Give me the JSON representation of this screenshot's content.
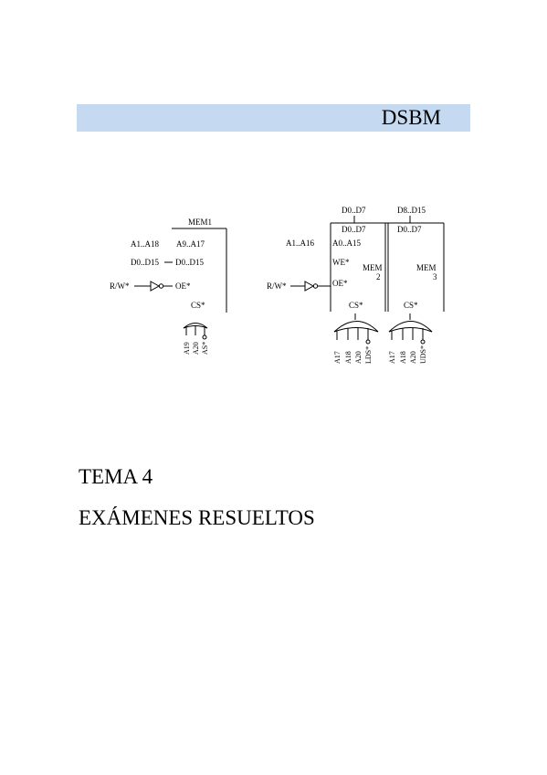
{
  "header": {
    "title": "DSBM",
    "band_color": "#c5d9f1"
  },
  "diagram": {
    "mem1": {
      "name": "MEM1",
      "addr_in": "A1..A18",
      "addr_pin": "A9..A17",
      "data_in": "D0..D15",
      "data_pin": "D0..D15",
      "rw_label": "R/W*",
      "oe_pin": "OE*",
      "cs_pin": "CS*",
      "cs_inputs": [
        "A19",
        "A20",
        "AS*"
      ]
    },
    "mem2": {
      "bus_top": "D0..D7",
      "data_pin": "D0..D7",
      "addr_in": "A1..A16",
      "addr_pin": "A0..A15",
      "we_pin": "WE*",
      "rw_label": "R/W*",
      "oe_pin": "OE*",
      "name": "MEM",
      "number": "2",
      "cs_pin": "CS*",
      "cs_inputs": [
        "A17",
        "A18",
        "A20",
        "LDS*"
      ]
    },
    "mem3": {
      "bus_top": "D8..D15",
      "data_pin": "D0..D7",
      "name": "MEM",
      "number": "3",
      "cs_pin": "CS*",
      "cs_inputs": [
        "A17",
        "A18",
        "A20",
        "UDS*"
      ]
    }
  },
  "tema": "TEMA 4",
  "subtitle": "EXÁMENES RESUELTOS"
}
